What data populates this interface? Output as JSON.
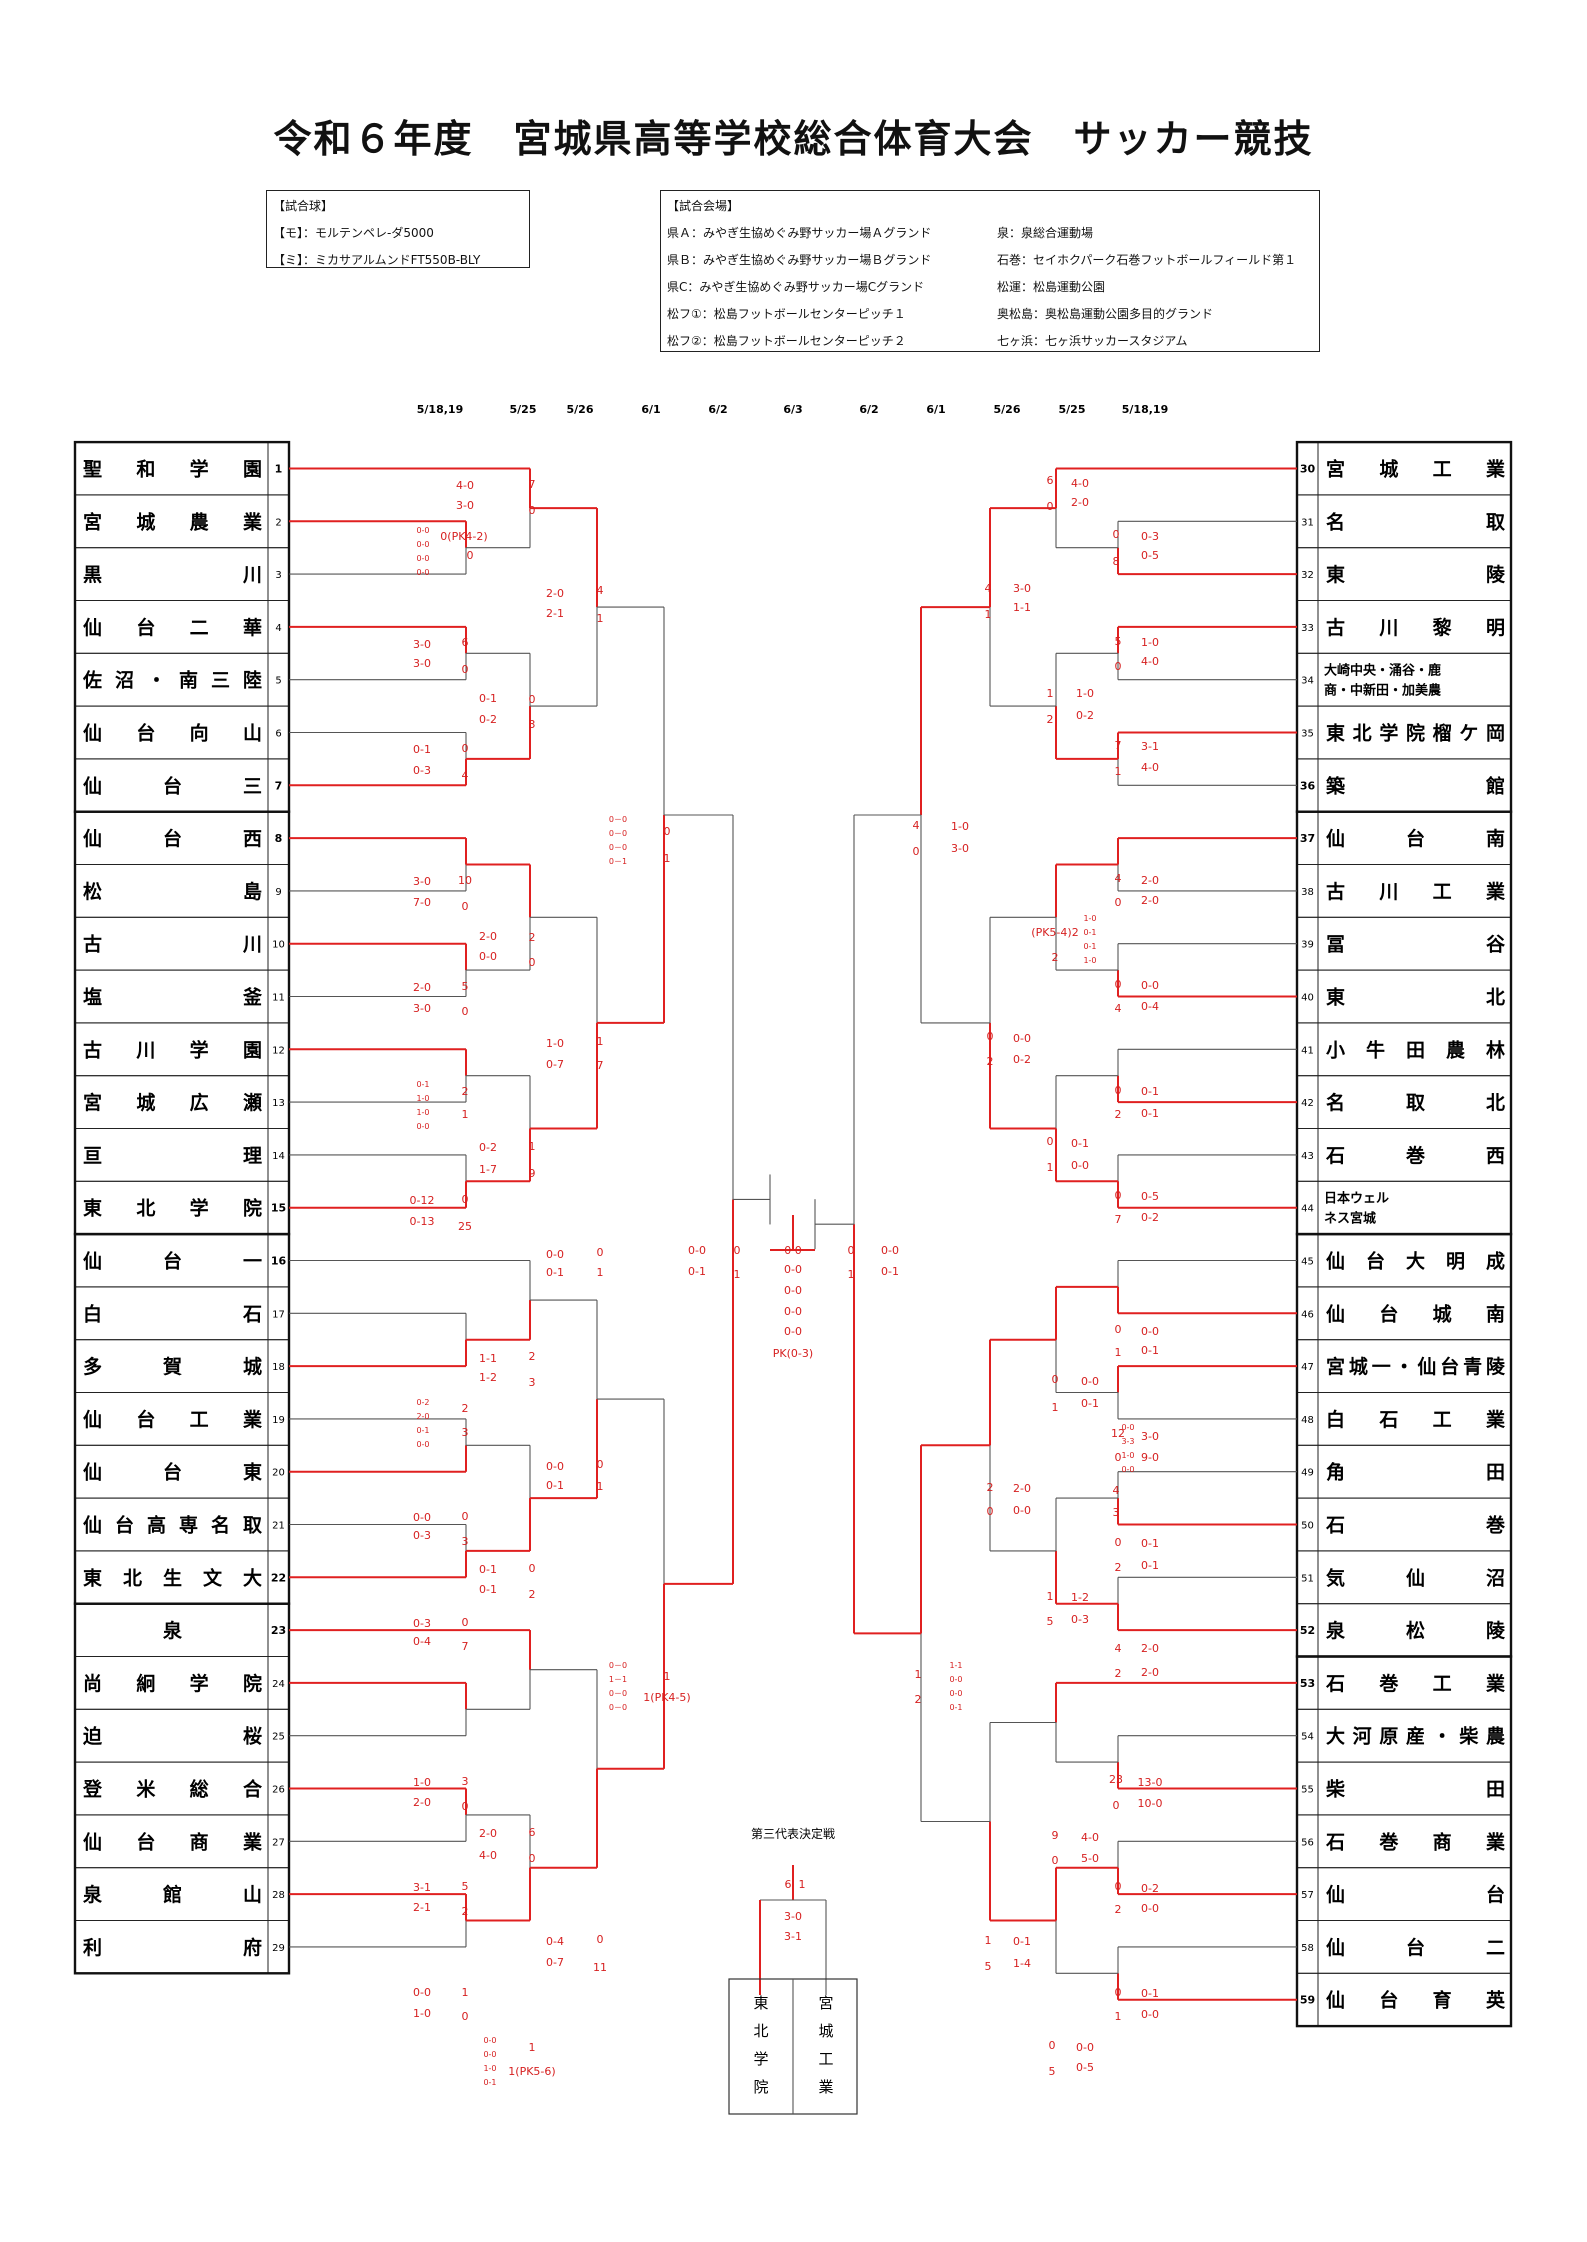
{
  "title": "令和６年度　宮城県高等学校総合体育大会　サッカー競技",
  "ball_box": {
    "heading": "【試合球】",
    "lines": [
      "【モ】：モルテンペレ-ダ5000",
      "【ミ】：ミカサアルムンドFT550B-BLY"
    ]
  },
  "venue_box": {
    "heading": "【試合会場】",
    "rows": [
      [
        "県Ａ：みやぎ生協めぐみ野サッカー場Ａグランド",
        "泉：泉総合運動場"
      ],
      [
        "県Ｂ：みやぎ生協めぐみ野サッカー場Ｂグランド",
        "石巻：セイホクパーク石巻フットボールフィールド第１"
      ],
      [
        "県C：みやぎ生協めぐみ野サッカー場Cグランド",
        "松運：松島運動公園"
      ],
      [
        "松フ①：松島フットボールセンターピッチ１",
        "奥松島：奥松島運動公園多目的グランド"
      ],
      [
        "松フ②：松島フットボールセンターピッチ２",
        "七ヶ浜：七ヶ浜サッカースタジアム"
      ]
    ]
  },
  "dates": {
    "left": [
      "5/18,19",
      "5/25",
      "5/26",
      "6/1",
      "6/2"
    ],
    "center": "6/3",
    "right": [
      "6/2",
      "6/1",
      "5/26",
      "5/25",
      "5/18,19"
    ]
  },
  "left_teams": [
    {
      "num": "1",
      "name": "聖和学園",
      "seed": true
    },
    {
      "num": "2",
      "name": "宮城農業"
    },
    {
      "num": "3",
      "name": "黒川"
    },
    {
      "num": "4",
      "name": "仙台二華"
    },
    {
      "num": "5",
      "name": "佐沼・南三陸"
    },
    {
      "num": "6",
      "name": "仙台向山"
    },
    {
      "num": "7",
      "name": "仙台三",
      "seed": true
    },
    {
      "num": "8",
      "name": "仙台西",
      "seed": true
    },
    {
      "num": "9",
      "name": "松島"
    },
    {
      "num": "10",
      "name": "古川"
    },
    {
      "num": "11",
      "name": "塩釜"
    },
    {
      "num": "12",
      "name": "古川学園"
    },
    {
      "num": "13",
      "name": "宮城広瀬"
    },
    {
      "num": "14",
      "name": "亘理"
    },
    {
      "num": "15",
      "name": "東北学院",
      "seed": true
    },
    {
      "num": "16",
      "name": "仙台一",
      "seed": true
    },
    {
      "num": "17",
      "name": "白石"
    },
    {
      "num": "18",
      "name": "多賀城"
    },
    {
      "num": "19",
      "name": "仙台工業"
    },
    {
      "num": "20",
      "name": "仙台東"
    },
    {
      "num": "21",
      "name": "仙台高専名取"
    },
    {
      "num": "22",
      "name": "東北生文大",
      "seed": true
    },
    {
      "num": "23",
      "name": "泉",
      "seed": true
    },
    {
      "num": "24",
      "name": "尚絅学院"
    },
    {
      "num": "25",
      "name": "迫桜"
    },
    {
      "num": "26",
      "name": "登米総合"
    },
    {
      "num": "27",
      "name": "仙台商業"
    },
    {
      "num": "28",
      "name": "泉館山"
    },
    {
      "num": "29",
      "name": "利府"
    }
  ],
  "right_teams": [
    {
      "num": "30",
      "name": "宮城工業",
      "seed": true
    },
    {
      "num": "31",
      "name": "名取"
    },
    {
      "num": "32",
      "name": "東陵"
    },
    {
      "num": "33",
      "name": "古川黎明"
    },
    {
      "num": "34",
      "name": "大崎中央・涌谷・鹿商・中新田・加美農"
    },
    {
      "num": "35",
      "name": "東北学院榴ケ岡"
    },
    {
      "num": "36",
      "name": "築館",
      "seed": true
    },
    {
      "num": "37",
      "name": "仙台南",
      "seed": true
    },
    {
      "num": "38",
      "name": "古川工業"
    },
    {
      "num": "39",
      "name": "冨谷"
    },
    {
      "num": "40",
      "name": "東北"
    },
    {
      "num": "41",
      "name": "小牛田農林"
    },
    {
      "num": "42",
      "name": "名取北"
    },
    {
      "num": "43",
      "name": "石巻西"
    },
    {
      "num": "44",
      "name": "日本ウェルネス宮城"
    },
    {
      "num": "45",
      "name": "仙台大明成"
    },
    {
      "num": "46",
      "name": "仙台城南"
    },
    {
      "num": "47",
      "name": "宮城一・仙台青陵"
    },
    {
      "num": "48",
      "name": "白石工業"
    },
    {
      "num": "49",
      "name": "角田"
    },
    {
      "num": "50",
      "name": "石巻"
    },
    {
      "num": "51",
      "name": "気仙沼"
    },
    {
      "num": "52",
      "name": "泉松陵",
      "seed": true
    },
    {
      "num": "53",
      "name": "石巻工業",
      "seed": true
    },
    {
      "num": "54",
      "name": "大河原産・柴農"
    },
    {
      "num": "55",
      "name": "柴田"
    },
    {
      "num": "56",
      "name": "石巻商業"
    },
    {
      "num": "57",
      "name": "仙台"
    },
    {
      "num": "58",
      "name": "仙台二"
    },
    {
      "num": "59",
      "name": "仙台育英",
      "seed": true
    }
  ],
  "scores": {
    "left": [
      {
        "t": "4-0",
        "cls": "s"
      },
      {
        "t": "3-0",
        "cls": "s"
      },
      {
        "t": "7",
        "cls": "s"
      },
      {
        "t": "0",
        "cls": "s"
      },
      {
        "t": "0(PK4-2)",
        "cls": "s"
      },
      {
        "t": "0",
        "cls": "s"
      },
      {
        "t": "0-0",
        "cls": "xs"
      },
      {
        "t": "0-0",
        "cls": "xs"
      },
      {
        "t": "0-0",
        "cls": "xs"
      },
      {
        "t": "0-0",
        "cls": "xs"
      },
      {
        "t": "2-0",
        "cls": "s"
      },
      {
        "t": "2-1",
        "cls": "s"
      },
      {
        "t": "4",
        "cls": "s"
      },
      {
        "t": "1",
        "cls": "s"
      },
      {
        "t": "3-0",
        "cls": "s"
      },
      {
        "t": "3-0",
        "cls": "s"
      },
      {
        "t": "6",
        "cls": "s"
      },
      {
        "t": "0",
        "cls": "s"
      },
      {
        "t": "0-1",
        "cls": "s"
      },
      {
        "t": "0-2",
        "cls": "s"
      },
      {
        "t": "0",
        "cls": "s"
      },
      {
        "t": "3",
        "cls": "s"
      },
      {
        "t": "0-1",
        "cls": "s"
      },
      {
        "t": "0-3",
        "cls": "s"
      },
      {
        "t": "0",
        "cls": "s"
      },
      {
        "t": "4",
        "cls": "s"
      },
      {
        "t": "0",
        "cls": "s"
      },
      {
        "t": "1",
        "cls": "s"
      },
      {
        "t": "0－0",
        "cls": "xs"
      },
      {
        "t": "0－0",
        "cls": "xs"
      },
      {
        "t": "0－0",
        "cls": "xs"
      },
      {
        "t": "0－1",
        "cls": "xs"
      },
      {
        "t": "3-0",
        "cls": "s"
      },
      {
        "t": "7-0",
        "cls": "s"
      },
      {
        "t": "10",
        "cls": "s"
      },
      {
        "t": "0",
        "cls": "s"
      },
      {
        "t": "2-0",
        "cls": "s"
      },
      {
        "t": "0-0",
        "cls": "s"
      },
      {
        "t": "2",
        "cls": "s"
      },
      {
        "t": "0",
        "cls": "s"
      },
      {
        "t": "2-0",
        "cls": "s"
      },
      {
        "t": "3-0",
        "cls": "s"
      },
      {
        "t": "5",
        "cls": "s"
      },
      {
        "t": "0",
        "cls": "s"
      },
      {
        "t": "1-0",
        "cls": "s"
      },
      {
        "t": "0-7",
        "cls": "s"
      },
      {
        "t": "1",
        "cls": "s"
      },
      {
        "t": "7",
        "cls": "s"
      },
      {
        "t": "0-1",
        "cls": "xs"
      },
      {
        "t": "1-0",
        "cls": "xs"
      },
      {
        "t": "1-0",
        "cls": "xs"
      },
      {
        "t": "0-0",
        "cls": "xs"
      },
      {
        "t": "2",
        "cls": "s"
      },
      {
        "t": "1",
        "cls": "s"
      },
      {
        "t": "0-2",
        "cls": "s"
      },
      {
        "t": "1-7",
        "cls": "s"
      },
      {
        "t": "1",
        "cls": "s"
      },
      {
        "t": "9",
        "cls": "s"
      },
      {
        "t": "0-12",
        "cls": "s"
      },
      {
        "t": "0-13",
        "cls": "s"
      },
      {
        "t": "0",
        "cls": "s"
      },
      {
        "t": "25",
        "cls": "s"
      },
      {
        "t": "0-0",
        "cls": "s"
      },
      {
        "t": "0-1",
        "cls": "s"
      },
      {
        "t": "0",
        "cls": "s"
      },
      {
        "t": "1",
        "cls": "s"
      },
      {
        "t": "1-1",
        "cls": "s"
      },
      {
        "t": "1-2",
        "cls": "s"
      },
      {
        "t": "2",
        "cls": "s"
      },
      {
        "t": "3",
        "cls": "s"
      },
      {
        "t": "0-2",
        "cls": "xs"
      },
      {
        "t": "2-0",
        "cls": "xs"
      },
      {
        "t": "0-1",
        "cls": "xs"
      },
      {
        "t": "0-0",
        "cls": "xs"
      },
      {
        "t": "2",
        "cls": "s"
      },
      {
        "t": "3",
        "cls": "s"
      },
      {
        "t": "0-0",
        "cls": "s"
      },
      {
        "t": "0-1",
        "cls": "s"
      },
      {
        "t": "0",
        "cls": "s"
      },
      {
        "t": "1",
        "cls": "s"
      },
      {
        "t": "0-0",
        "cls": "s"
      },
      {
        "t": "0-3",
        "cls": "s"
      },
      {
        "t": "0",
        "cls": "s"
      },
      {
        "t": "3",
        "cls": "s"
      },
      {
        "t": "0-1",
        "cls": "s"
      },
      {
        "t": "0-1",
        "cls": "s"
      },
      {
        "t": "0",
        "cls": "s"
      },
      {
        "t": "2",
        "cls": "s"
      },
      {
        "t": "0-3",
        "cls": "s"
      },
      {
        "t": "0-4",
        "cls": "s"
      },
      {
        "t": "0",
        "cls": "s"
      },
      {
        "t": "7",
        "cls": "s"
      },
      {
        "t": "1",
        "cls": "s"
      },
      {
        "t": "1(PK4-5)",
        "cls": "s"
      },
      {
        "t": "0－0",
        "cls": "xs"
      },
      {
        "t": "1－1",
        "cls": "xs"
      },
      {
        "t": "0－0",
        "cls": "xs"
      },
      {
        "t": "0－0",
        "cls": "xs"
      },
      {
        "t": "1-0",
        "cls": "s"
      },
      {
        "t": "2-0",
        "cls": "s"
      },
      {
        "t": "3",
        "cls": "s"
      },
      {
        "t": "0",
        "cls": "s"
      },
      {
        "t": "2-0",
        "cls": "s"
      },
      {
        "t": "4-0",
        "cls": "s"
      },
      {
        "t": "6",
        "cls": "s"
      },
      {
        "t": "0",
        "cls": "s"
      },
      {
        "t": "3-1",
        "cls": "s"
      },
      {
        "t": "2-1",
        "cls": "s"
      },
      {
        "t": "5",
        "cls": "s"
      },
      {
        "t": "2",
        "cls": "s"
      },
      {
        "t": "0-4",
        "cls": "s"
      },
      {
        "t": "0-7",
        "cls": "s"
      },
      {
        "t": "0",
        "cls": "s"
      },
      {
        "t": "11",
        "cls": "s"
      },
      {
        "t": "0-0",
        "cls": "s"
      },
      {
        "t": "1-0",
        "cls": "s"
      },
      {
        "t": "1",
        "cls": "s"
      },
      {
        "t": "0",
        "cls": "s"
      },
      {
        "t": "0-0",
        "cls": "xs"
      },
      {
        "t": "0-0",
        "cls": "xs"
      },
      {
        "t": "1-0",
        "cls": "xs"
      },
      {
        "t": "0-1",
        "cls": "xs"
      },
      {
        "t": "1",
        "cls": "s"
      },
      {
        "t": "1(PK5-6)",
        "cls": "s"
      }
    ],
    "right": [
      {
        "t": "6",
        "cls": "s"
      },
      {
        "t": "0",
        "cls": "s"
      },
      {
        "t": "4-0",
        "cls": "s"
      },
      {
        "t": "2-0",
        "cls": "s"
      },
      {
        "t": "0",
        "cls": "s"
      },
      {
        "t": "8",
        "cls": "s"
      },
      {
        "t": "0-3",
        "cls": "s"
      },
      {
        "t": "0-5",
        "cls": "s"
      },
      {
        "t": "4",
        "cls": "s"
      },
      {
        "t": "1",
        "cls": "s"
      },
      {
        "t": "3-0",
        "cls": "s"
      },
      {
        "t": "1-1",
        "cls": "s"
      },
      {
        "t": "5",
        "cls": "s"
      },
      {
        "t": "0",
        "cls": "s"
      },
      {
        "t": "1-0",
        "cls": "s"
      },
      {
        "t": "4-0",
        "cls": "s"
      },
      {
        "t": "1",
        "cls": "s"
      },
      {
        "t": "2",
        "cls": "s"
      },
      {
        "t": "1-0",
        "cls": "s"
      },
      {
        "t": "0-2",
        "cls": "s"
      },
      {
        "t": "7",
        "cls": "s"
      },
      {
        "t": "1",
        "cls": "s"
      },
      {
        "t": "3-1",
        "cls": "s"
      },
      {
        "t": "4-0",
        "cls": "s"
      },
      {
        "t": "4",
        "cls": "s"
      },
      {
        "t": "0",
        "cls": "s"
      },
      {
        "t": "1-0",
        "cls": "s"
      },
      {
        "t": "3-0",
        "cls": "s"
      },
      {
        "t": "4",
        "cls": "s"
      },
      {
        "t": "0",
        "cls": "s"
      },
      {
        "t": "2-0",
        "cls": "s"
      },
      {
        "t": "2-0",
        "cls": "s"
      },
      {
        "t": "(PK5-4)2",
        "cls": "s"
      },
      {
        "t": "2",
        "cls": "s"
      },
      {
        "t": "1-0",
        "cls": "xs"
      },
      {
        "t": "0-1",
        "cls": "xs"
      },
      {
        "t": "0-1",
        "cls": "xs"
      },
      {
        "t": "1-0",
        "cls": "xs"
      },
      {
        "t": "0",
        "cls": "s"
      },
      {
        "t": "4",
        "cls": "s"
      },
      {
        "t": "0-0",
        "cls": "s"
      },
      {
        "t": "0-4",
        "cls": "s"
      },
      {
        "t": "0",
        "cls": "s"
      },
      {
        "t": "2",
        "cls": "s"
      },
      {
        "t": "0-0",
        "cls": "s"
      },
      {
        "t": "0-2",
        "cls": "s"
      },
      {
        "t": "0",
        "cls": "s"
      },
      {
        "t": "2",
        "cls": "s"
      },
      {
        "t": "0-1",
        "cls": "s"
      },
      {
        "t": "0-1",
        "cls": "s"
      },
      {
        "t": "0",
        "cls": "s"
      },
      {
        "t": "1",
        "cls": "s"
      },
      {
        "t": "0-1",
        "cls": "s"
      },
      {
        "t": "0-0",
        "cls": "s"
      },
      {
        "t": "0",
        "cls": "s"
      },
      {
        "t": "7",
        "cls": "s"
      },
      {
        "t": "0-5",
        "cls": "s"
      },
      {
        "t": "0-2",
        "cls": "s"
      },
      {
        "t": "0",
        "cls": "s"
      },
      {
        "t": "1",
        "cls": "s"
      },
      {
        "t": "0-0",
        "cls": "s"
      },
      {
        "t": "0-1",
        "cls": "s"
      },
      {
        "t": "0",
        "cls": "s"
      },
      {
        "t": "1",
        "cls": "s"
      },
      {
        "t": "0-0",
        "cls": "s"
      },
      {
        "t": "0-1",
        "cls": "s"
      },
      {
        "t": "12",
        "cls": "s"
      },
      {
        "t": "0",
        "cls": "s"
      },
      {
        "t": "3-0",
        "cls": "s"
      },
      {
        "t": "9-0",
        "cls": "s"
      },
      {
        "t": "4",
        "cls": "s"
      },
      {
        "t": "3",
        "cls": "s"
      },
      {
        "t": "0-0",
        "cls": "xs"
      },
      {
        "t": "3-3",
        "cls": "xs"
      },
      {
        "t": "1-0",
        "cls": "xs"
      },
      {
        "t": "0-0",
        "cls": "xs"
      },
      {
        "t": "2",
        "cls": "s"
      },
      {
        "t": "0",
        "cls": "s"
      },
      {
        "t": "2-0",
        "cls": "s"
      },
      {
        "t": "0-0",
        "cls": "s"
      },
      {
        "t": "0",
        "cls": "s"
      },
      {
        "t": "2",
        "cls": "s"
      },
      {
        "t": "0-1",
        "cls": "s"
      },
      {
        "t": "0-1",
        "cls": "s"
      },
      {
        "t": "1",
        "cls": "s"
      },
      {
        "t": "5",
        "cls": "s"
      },
      {
        "t": "1-2",
        "cls": "s"
      },
      {
        "t": "0-3",
        "cls": "s"
      },
      {
        "t": "4",
        "cls": "s"
      },
      {
        "t": "2",
        "cls": "s"
      },
      {
        "t": "2-0",
        "cls": "s"
      },
      {
        "t": "2-0",
        "cls": "s"
      },
      {
        "t": "1",
        "cls": "s"
      },
      {
        "t": "2",
        "cls": "s"
      },
      {
        "t": "1-1",
        "cls": "xs"
      },
      {
        "t": "0-0",
        "cls": "xs"
      },
      {
        "t": "0-0",
        "cls": "xs"
      },
      {
        "t": "0-1",
        "cls": "xs"
      },
      {
        "t": "23",
        "cls": "s"
      },
      {
        "t": "0",
        "cls": "s"
      },
      {
        "t": "13-0",
        "cls": "s"
      },
      {
        "t": "10-0",
        "cls": "s"
      },
      {
        "t": "9",
        "cls": "s"
      },
      {
        "t": "0",
        "cls": "s"
      },
      {
        "t": "4-0",
        "cls": "s"
      },
      {
        "t": "5-0",
        "cls": "s"
      },
      {
        "t": "0",
        "cls": "s"
      },
      {
        "t": "2",
        "cls": "s"
      },
      {
        "t": "0-2",
        "cls": "s"
      },
      {
        "t": "0-0",
        "cls": "s"
      },
      {
        "t": "1",
        "cls": "s"
      },
      {
        "t": "5",
        "cls": "s"
      },
      {
        "t": "0-1",
        "cls": "s"
      },
      {
        "t": "1-4",
        "cls": "s"
      },
      {
        "t": "0",
        "cls": "s"
      },
      {
        "t": "1",
        "cls": "s"
      },
      {
        "t": "0-1",
        "cls": "s"
      },
      {
        "t": "0-0",
        "cls": "s"
      },
      {
        "t": "0",
        "cls": "s"
      },
      {
        "t": "5",
        "cls": "s"
      },
      {
        "t": "0-0",
        "cls": "s"
      },
      {
        "t": "0-5",
        "cls": "s"
      }
    ],
    "final": [
      {
        "t": "0-0",
        "cls": "s"
      },
      {
        "t": "0-1",
        "cls": "s"
      },
      {
        "t": "0",
        "cls": "s"
      },
      {
        "t": "1",
        "cls": "s"
      },
      {
        "t": "0 0",
        "cls": "s"
      },
      {
        "t": "0-0",
        "cls": "s"
      },
      {
        "t": "0-0",
        "cls": "s"
      },
      {
        "t": "0-0",
        "cls": "s"
      },
      {
        "t": "0-0",
        "cls": "s"
      },
      {
        "t": "PK(0-3)",
        "cls": "s"
      },
      {
        "t": "0",
        "cls": "s"
      },
      {
        "t": "1",
        "cls": "s"
      },
      {
        "t": "0-0",
        "cls": "s"
      },
      {
        "t": "0-1",
        "cls": "s"
      }
    ],
    "third": [
      {
        "t": "6",
        "cls": "s"
      },
      {
        "t": "1",
        "cls": "s"
      },
      {
        "t": "3-0",
        "cls": "s"
      },
      {
        "t": "3-1",
        "cls": "s"
      }
    ]
  },
  "third_place": {
    "label": "第三代表決定戦",
    "left_team": "東北学院",
    "right_team": "宮城工業"
  },
  "colors": {
    "win_line": "#e02020",
    "line": "#555555",
    "score": "#d62020"
  }
}
